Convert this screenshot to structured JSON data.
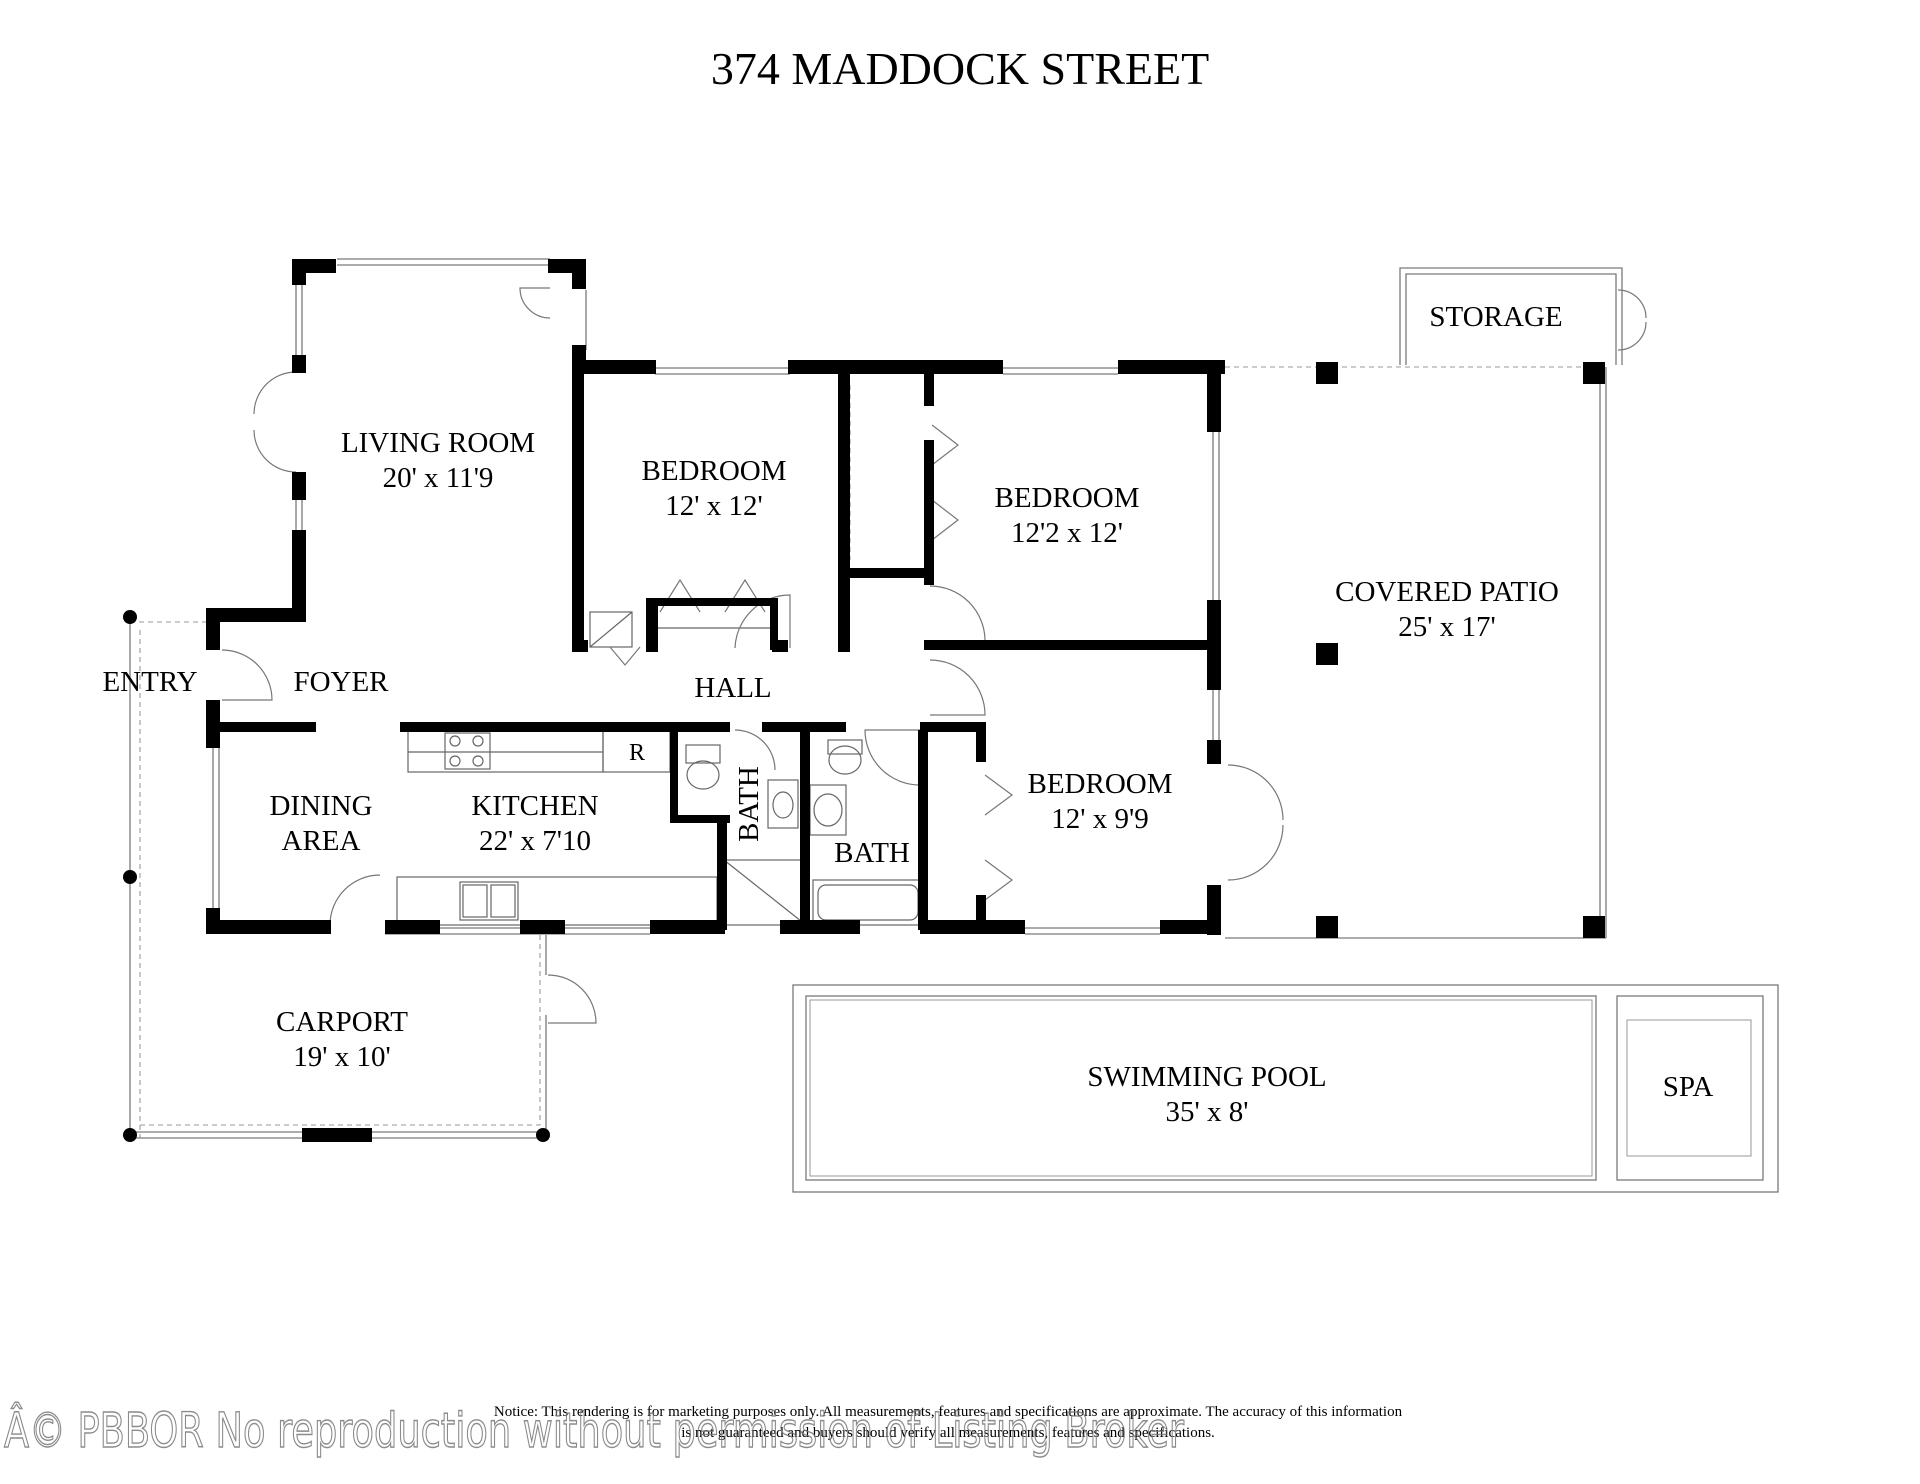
{
  "title": "374 MADDOCK STREET",
  "rooms": {
    "living_room": {
      "name": "LIVING ROOM",
      "size": "20' x 11'9"
    },
    "bedroom_1": {
      "name": "BEDROOM",
      "size": "12' x 12'"
    },
    "bedroom_2": {
      "name": "BEDROOM",
      "size": "12'2 x 12'"
    },
    "bedroom_3": {
      "name": "BEDROOM",
      "size": "12' x 9'9"
    },
    "covered_patio": {
      "name": "COVERED PATIO",
      "size": "25' x 17'"
    },
    "storage": {
      "name": "STORAGE"
    },
    "entry": {
      "name": "ENTRY"
    },
    "foyer": {
      "name": "FOYER"
    },
    "hall": {
      "name": "HALL"
    },
    "dining_area": {
      "line1": "DINING",
      "line2": "AREA"
    },
    "kitchen": {
      "name": "KITCHEN",
      "size": "22' x 7'10"
    },
    "refrigerator": {
      "name": "R"
    },
    "bath_1": {
      "name": "BATH"
    },
    "bath_2": {
      "name": "BATH"
    },
    "carport": {
      "name": "CARPORT",
      "size": "19' x 10'"
    },
    "swimming_pool": {
      "name": "SWIMMING POOL",
      "size": "35' x 8'"
    },
    "spa": {
      "name": "SPA"
    }
  },
  "notice": {
    "line1": "Notice: This rendering is for marketing purposes only. All measurements, features and specifications are approximate. The accuracy of this information",
    "line2": "is not guaranteed and buyers should verify all measurements, features and specifications."
  },
  "watermark": "Â© PBBOR No reproduction without permission of Listing Broker"
}
